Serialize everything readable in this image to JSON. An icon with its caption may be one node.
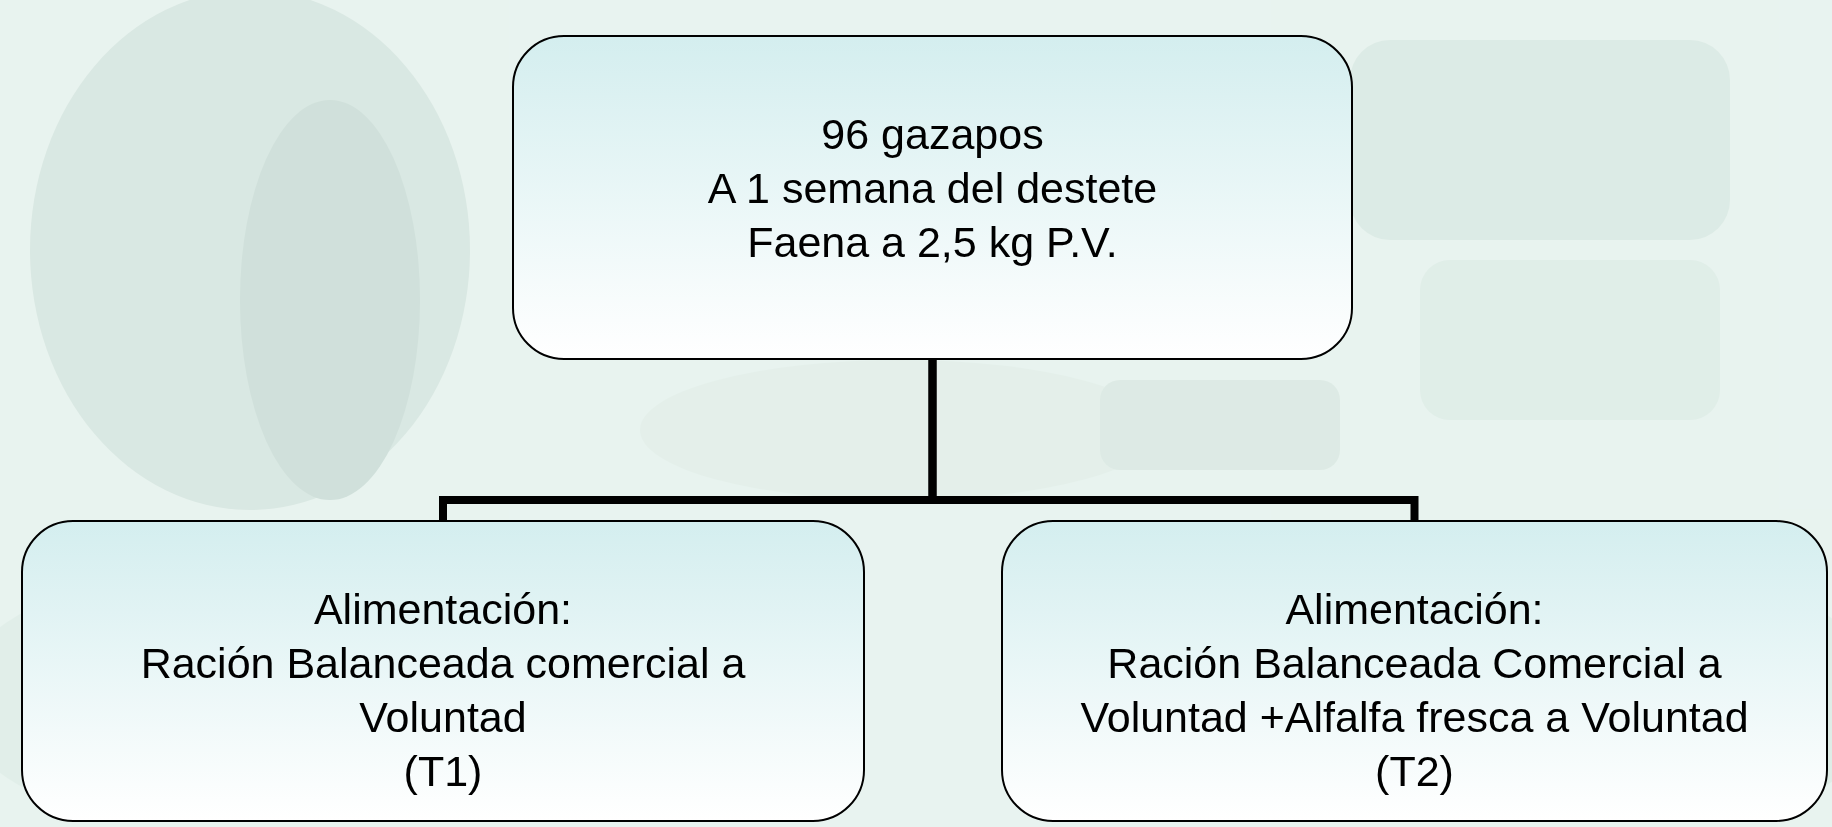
{
  "diagram": {
    "nodes": [
      {
        "text": [
          "96 gazapos",
          "A 1 semana del destete",
          "Faena a 2,5 kg P.V."
        ]
      },
      {
        "text": [
          "Alimentación:",
          "Ración Balanceada comercial a Voluntad",
          "(T1)"
        ]
      },
      {
        "text": [
          "Alimentación:",
          "Ración Balanceada Comercial a Voluntad +Alfalfa fresca a Voluntad",
          "(T2)"
        ]
      }
    ],
    "edges": [
      {
        "from": 0,
        "to": 1,
        "arrow": "none"
      },
      {
        "from": 0,
        "to": 2,
        "arrow": "none"
      }
    ]
  }
}
